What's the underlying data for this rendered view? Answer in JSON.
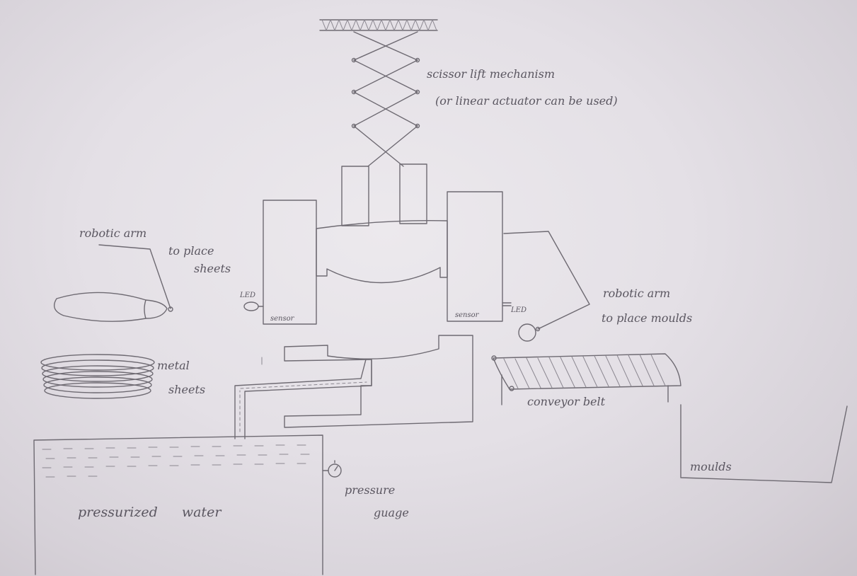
{
  "labels": {
    "scissor_line1": "scissor lift mechanism",
    "scissor_line2": "(or linear actuator can be used)",
    "robotic_arm_left_line1": "robotic arm",
    "robotic_arm_left_line2": "to place",
    "robotic_arm_left_line3": "sheets",
    "led_left": "LED",
    "sensor_left": "sensor",
    "sensor_right": "sensor",
    "led_right": "LED",
    "robotic_arm_right_line1": "robotic arm",
    "robotic_arm_right_line2": "to place moulds",
    "metal_sheets_line1": "metal",
    "metal_sheets_line2": "sheets",
    "conveyor_belt": "conveyor belt",
    "moulds": "moulds",
    "pressure_gauge_line1": "pressure",
    "pressure_gauge_line2": "guage",
    "pressurized_water": "pressurized water"
  },
  "colors": {
    "paper": "#e6e2e8",
    "pencil": "#6e6a72"
  }
}
